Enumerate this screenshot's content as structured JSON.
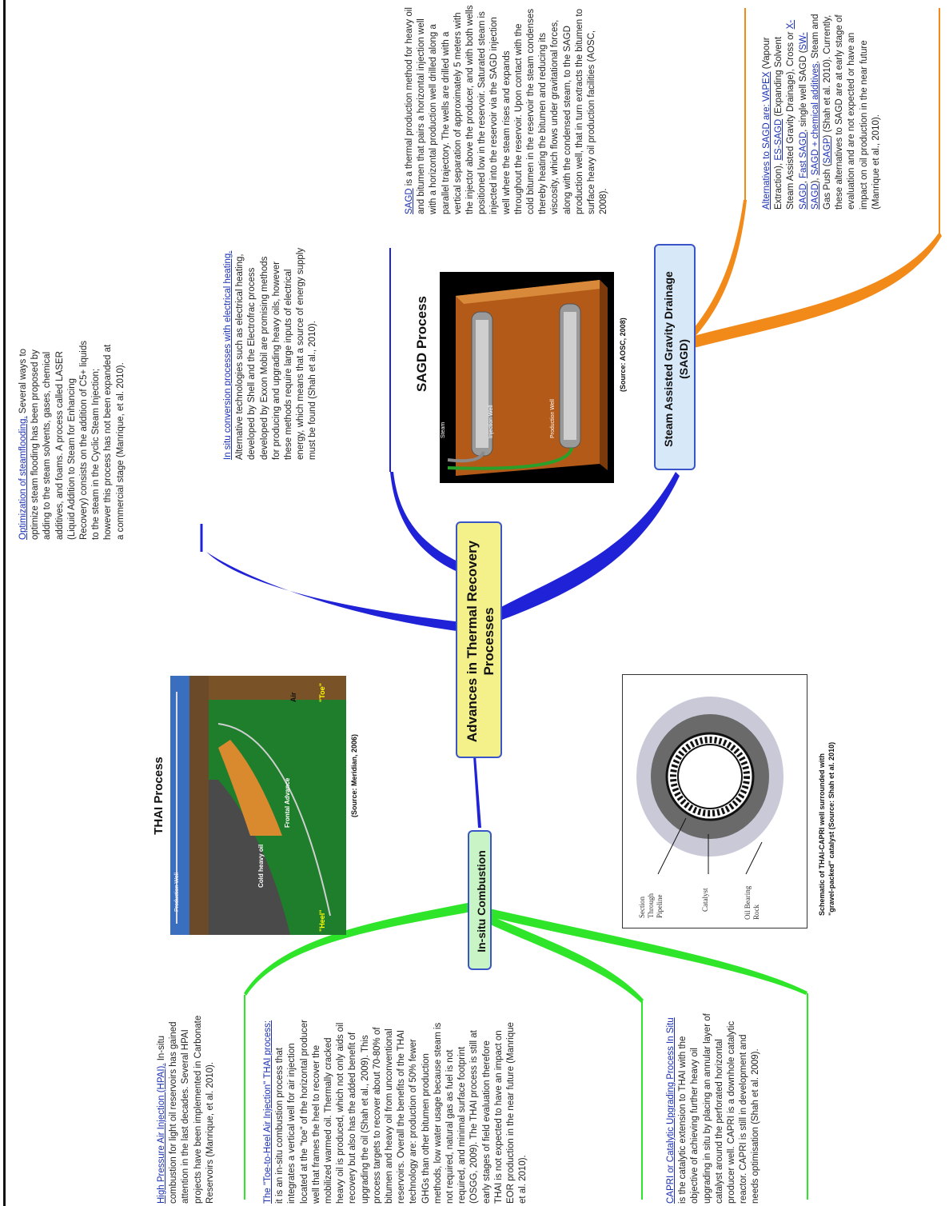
{
  "colors": {
    "central_fill": "#f4f08a",
    "node_border": "#3a55c8",
    "insitu_fill": "#c9f5c6",
    "sagd_fill": "#d7e8f8",
    "blue_branch": "#1f22d6",
    "green_branch": "#2fe52a",
    "orange_branch": "#f28a1a",
    "link_text": "#1a2fb0"
  },
  "nodes": {
    "central": "Advances in Thermal Recovery Processes",
    "insitu": "In-situ Combustion",
    "sagd": "Steam Assisted Gravity Drainage (SAGD)"
  },
  "notes": {
    "steamflooding": {
      "link": "Optimization of steamflooding.",
      "text": " Several ways to optimize steam flooding has been proposed by adding to the steam solvents, gases, chemical additives, and foams. A process called LASER (Liquid Addition to Steam for Enhancing Recovery) consists on the addition of C5+ liquids to the steam in the Cyclic Steam Injection; however this process has not been expanded at a commercial stage (Manrique, et al. 2010)."
    },
    "electrical": {
      "link": "In situ conversion processes with electrical heating.",
      "text": " Alternative technologies such as electrical heating, developed by Shell and the Electrofrac process developed by Exxon Mobil are promising methods for producing and upgrading heavy oils, however these methods require large inputs of electrical energy, which means that a source of energy supply must be found (Shah et al., 2010)."
    },
    "sagd_desc": {
      "link": "SAGD",
      "text": " is a thermal production method for heavy oil and bitumen that pairs a horizontal injection well with a horizontal production well drilled along a parallel trajectory. The wells are drilled with a vertical separation of approximately 5 meters with the injector above the producer, and with both wells positioned low in the reservoir. Saturated steam is injected into the reservoir via the SAGD injection well where the steam rises and expands throughout the reservoir. Upon contact with the cold bitumen in the reservoir the steam condenses thereby heating the bitumen and reducing its viscosity, which flows under gravitational forces, along with the condensed steam, to the SAGD production well, that in turn extracts the bitumen to surface heavy oil production facilities (AOSC, 2008)."
    },
    "alternatives": {
      "link1": "Alternatives to SAGD are: VAPEX",
      "t1": " (Vapour Extraction), ",
      "link2": "ES-SAGD",
      "t2": " (Expanding Solvent Steam Assisted Gravity Drainage), Cross or ",
      "link3": "X-SAGD",
      "t3": ", ",
      "link4": "Fast SAGD",
      "t4": ", single well SAGD (",
      "link5": "SW-SAGD",
      "t5": "), ",
      "link6": "SAGD + chemical additives",
      "t6": ", Steam and Gas Push (",
      "link7": "SAGP",
      "t7": ") (Shah et al. 2010). Currently, these alternatives to SAGD are at early stage of evaluation and are not expected or have an impact on oil production in the near future (Manrique et al., 2010)."
    },
    "hpai": {
      "link": "High Pressure Air Injection (HPAI).",
      "text": " In-situ combustion for light oil reservoirs has gained attention in the last decades. Several HPAI projects have been implemented in Carbonate Reservoirs (Manrique, et al. 2010)."
    },
    "thai": {
      "link": "The \"Toe-to-Heel Air Injection\" THAI process:",
      "text": " it is an in-situ combustion process that integrates a vertical well for air injection located at the \"toe\" of the horizontal producer well that frames the heel to recover the mobilized warmed oil. Thermally cracked heavy oil is produced, which not only aids oil recovery but also has the added benefit of upgrading the oil (Shah et al., 2009). This process targets to recover about 70-80% of bitumen and heavy oil from unconventional reservoirs. Overall the benefits of the THAI technology are: production of 50% fewer GHGs than other bitumen production methods, low water usage because steam is not required, natural gas as fuel is not required, and minimal surface footprint (OSGG, 2009). The THAI process is still at early stages of field evaluation therefore THAI is not expected to have an impact on EOR production in the near future (Manrique et al. 2010)."
    },
    "capri": {
      "link": "CAPRI or Catalytic Upgrading Process In Situ",
      "text": " is the catalytic extension to THAI with the objective of achieving further heavy oil upgrading in situ by placing an annular layer of catalyst around the perforated horizontal producer well. CAPRI is a downhole catalytic reactor. CAPRI is still in development and needs optimisation (Shah et al. 2009)."
    }
  },
  "figures": {
    "sagd": {
      "title": "SAGD Process",
      "caption": "(Source: AOSC, 2008)",
      "labels": {
        "steam": "Steam",
        "injection_well": "Injection Well",
        "production_well": "Production Well"
      }
    },
    "thai": {
      "title": "THAI Process",
      "caption": "(Source: Meridian, 2006)",
      "labels": {
        "production_well": "Production Well",
        "cold_heavy_oil": "Cold heavy oil",
        "front_advance": "Frontal Advance",
        "air": "Air",
        "toe": "\"Toe\"",
        "heel": "\"Heel\""
      }
    },
    "capri": {
      "caption_line1": "Schematic of THAI-CAPRI well surrounded with",
      "caption_line2": "\"gravel-packed\" catalyst (Source: Shah et al. 2010)",
      "labels": {
        "section": "Section Through Pipeline",
        "catalyst": "Catalyst",
        "rock": "Oil Bearing Rock"
      }
    }
  }
}
